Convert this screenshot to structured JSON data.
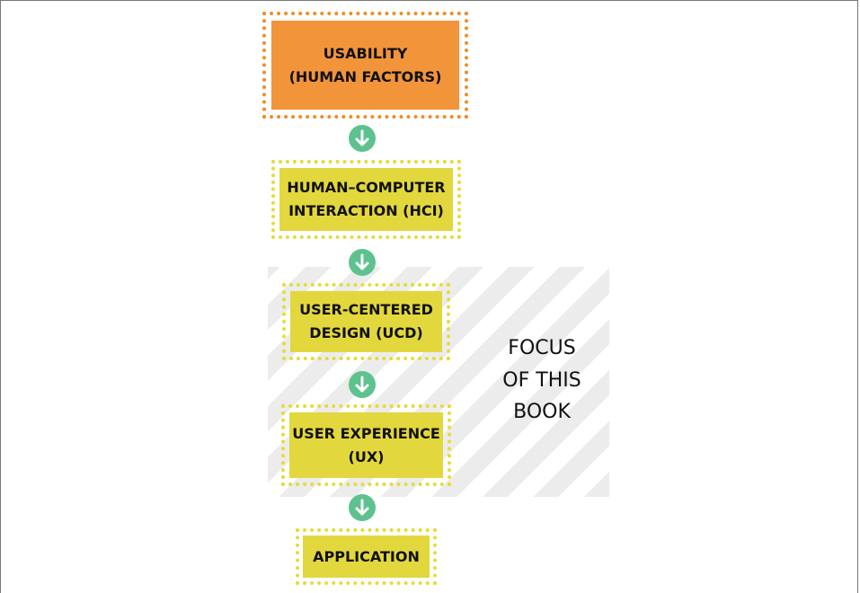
{
  "diagram": {
    "nodes": [
      {
        "id": "usability",
        "line1": "USABILITY",
        "line2": "(HUMAN FACTORS)",
        "color": "#f2943a"
      },
      {
        "id": "hci",
        "line1": "HUMAN–COMPUTER",
        "line2": "INTERACTION (HCI)",
        "color": "#e2d73d"
      },
      {
        "id": "ucd",
        "line1": "USER-CENTERED",
        "line2": "DESIGN (UCD)",
        "color": "#e2d73d"
      },
      {
        "id": "ux",
        "line1": "USER EXPERIENCE",
        "line2": "(UX)",
        "color": "#e2d73d"
      },
      {
        "id": "application",
        "line1": "APPLICATION",
        "line2": "",
        "color": "#e2d73d"
      }
    ],
    "arrow_color": "#5ec28e",
    "focus_label": {
      "line1": "FOCUS",
      "line2": "OF THIS",
      "line3": "BOOK"
    }
  }
}
